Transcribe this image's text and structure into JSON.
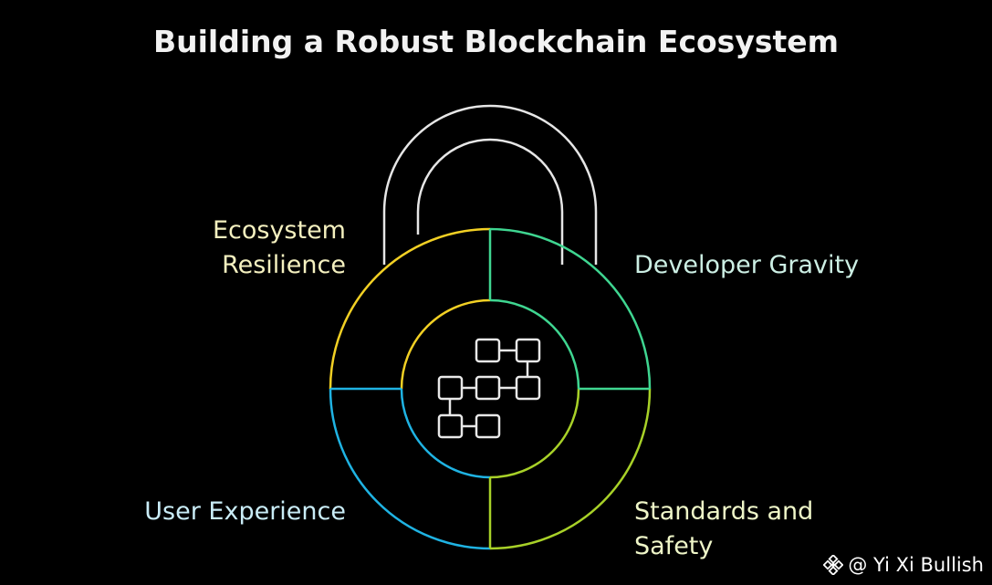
{
  "title": "Building a Robust Blockchain Ecosystem",
  "segments": {
    "top_left": {
      "lines": [
        "Ecosystem",
        "Resilience"
      ],
      "color": "#f2d024"
    },
    "top_right": {
      "lines": [
        "Developer Gravity"
      ],
      "color": "#3fd691"
    },
    "bottom_left": {
      "lines": [
        "User Experience"
      ],
      "color": "#1fb3e3"
    },
    "bottom_right": {
      "lines": [
        "Standards and",
        "Safety"
      ],
      "color": "#a8d128"
    }
  },
  "center_icon": "blockchain-blocks-icon",
  "shackle_color": "#e6e6e6",
  "watermark": {
    "icon": "binance-diamond-icon",
    "text": "@ Yi Xi Bullish"
  }
}
